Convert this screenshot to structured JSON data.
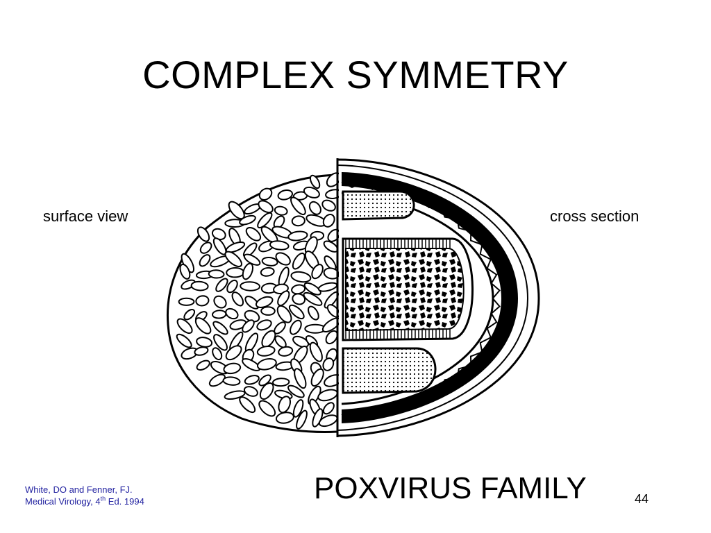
{
  "slide": {
    "title": "COMPLEX SYMMETRY",
    "label_left": "surface view",
    "label_right": "cross section",
    "subtitle": "POXVIRUS FAMILY",
    "slide_number": "44",
    "citation_line1": "White, DO and Fenner, FJ.",
    "citation_line2_pre": "Medical Virology, 4",
    "citation_line2_sup": "th",
    "citation_line2_post": " Ed. 1994"
  },
  "colors": {
    "text": "#000000",
    "citation": "#1f1f9f",
    "background": "#ffffff"
  }
}
